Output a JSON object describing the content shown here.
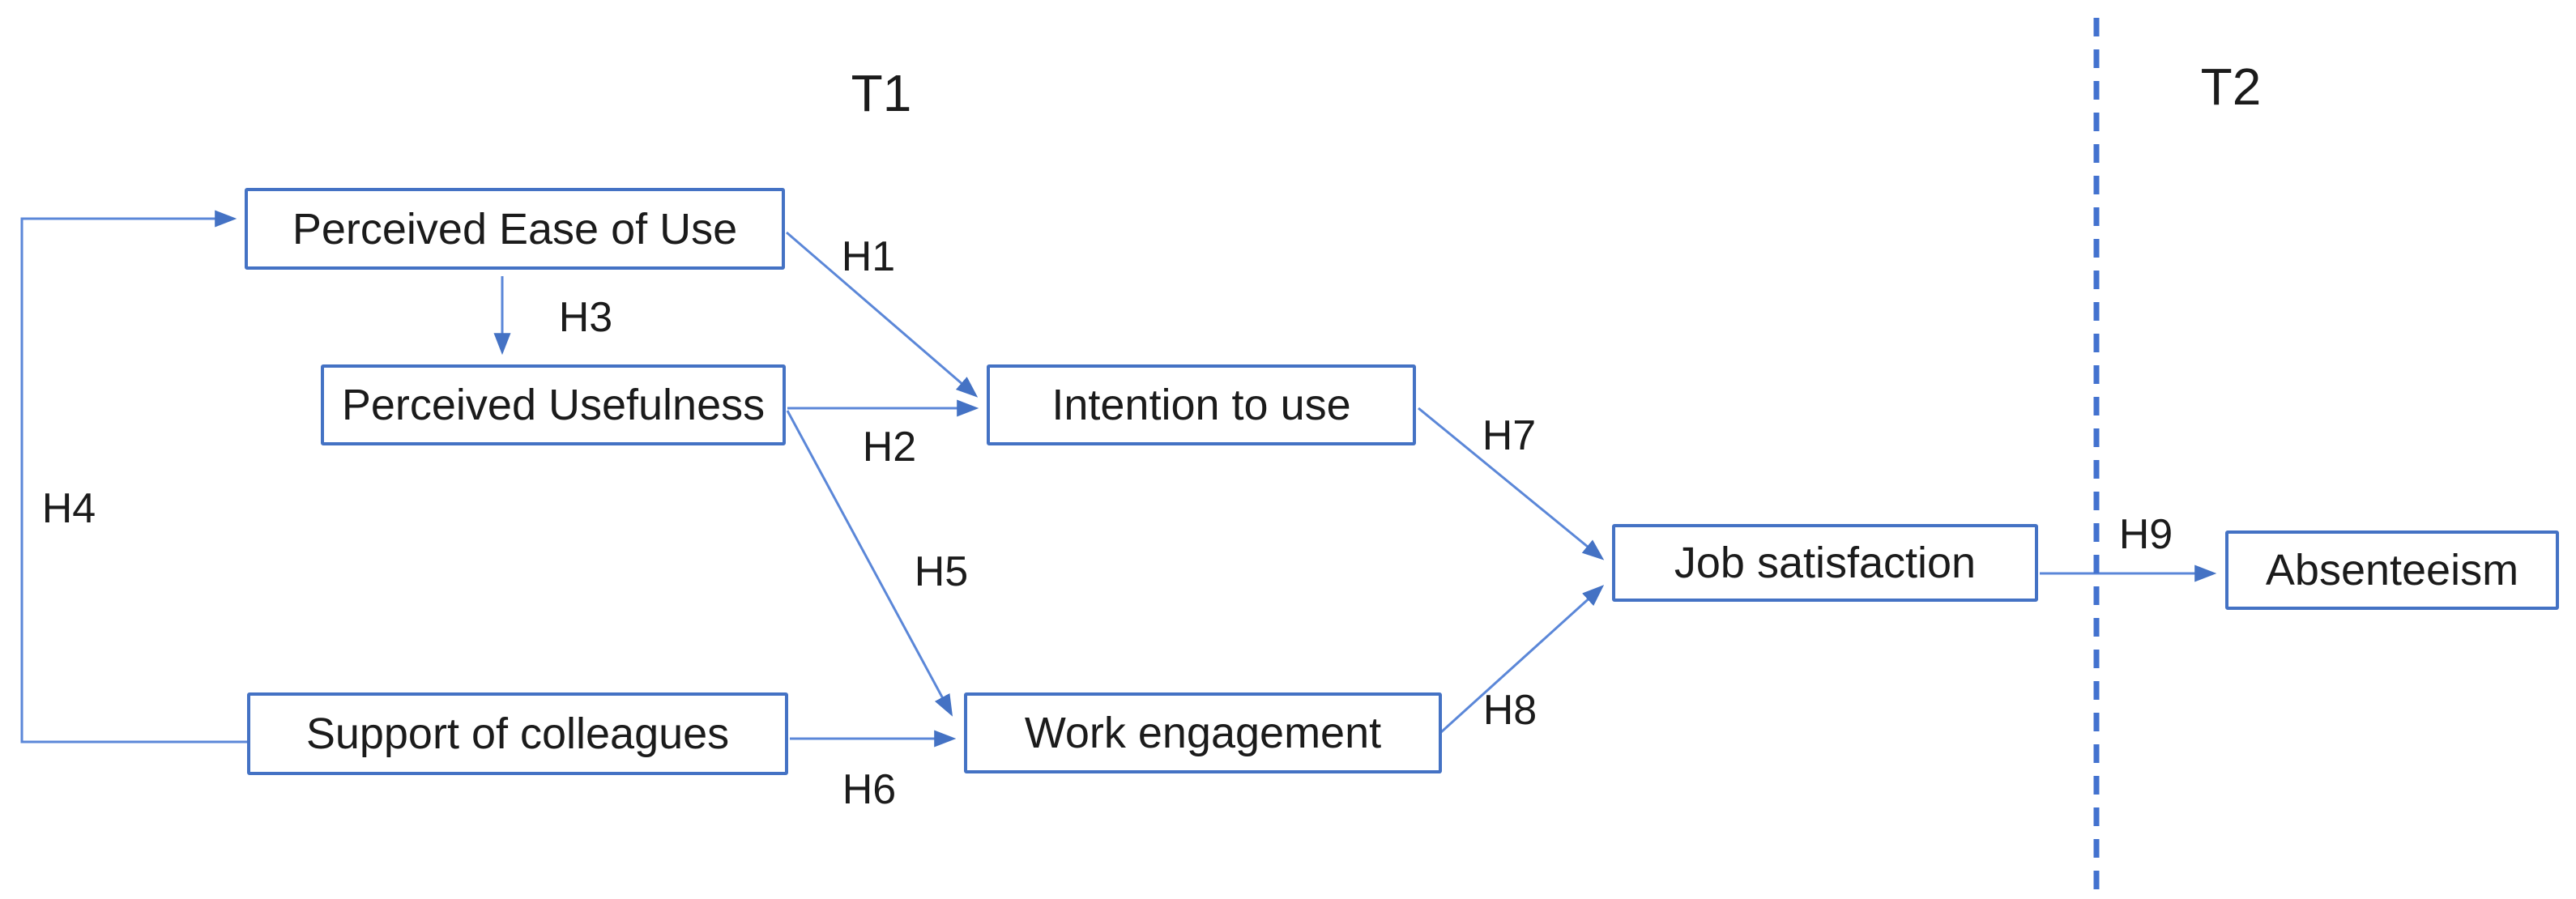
{
  "diagram": {
    "time_labels": {
      "t1": "T1",
      "t2": "T2"
    },
    "nodes": [
      {
        "id": "peou",
        "label": "Perceived Ease of Use"
      },
      {
        "id": "pu",
        "label": "Perceived Usefulness"
      },
      {
        "id": "itu",
        "label": "Intention to use"
      },
      {
        "id": "soc",
        "label": "Support of colleagues"
      },
      {
        "id": "we",
        "label": "Work engagement"
      },
      {
        "id": "js",
        "label": "Job satisfaction"
      },
      {
        "id": "abs",
        "label": "Absenteeism"
      }
    ],
    "hypotheses": [
      {
        "id": "H1",
        "from": "Perceived Ease of Use",
        "to": "Intention to use"
      },
      {
        "id": "H2",
        "from": "Perceived Usefulness",
        "to": "Intention to use"
      },
      {
        "id": "H3",
        "from": "Perceived Ease of Use",
        "to": "Perceived Usefulness"
      },
      {
        "id": "H4",
        "from": "Support of colleagues",
        "to": "Perceived Ease of Use"
      },
      {
        "id": "H5",
        "from": "Perceived Usefulness",
        "to": "Work engagement"
      },
      {
        "id": "H6",
        "from": "Support of colleagues",
        "to": "Work engagement"
      },
      {
        "id": "H7",
        "from": "Intention to use",
        "to": "Job satisfaction"
      },
      {
        "id": "H8",
        "from": "Work engagement",
        "to": "Job satisfaction"
      },
      {
        "id": "H9",
        "from": "Job satisfaction",
        "to": "Absenteeism"
      }
    ],
    "colors": {
      "shape": "#4472c4",
      "line": "#5b87d8",
      "dash": "#4372cf",
      "text": "#1b1b1b"
    }
  }
}
